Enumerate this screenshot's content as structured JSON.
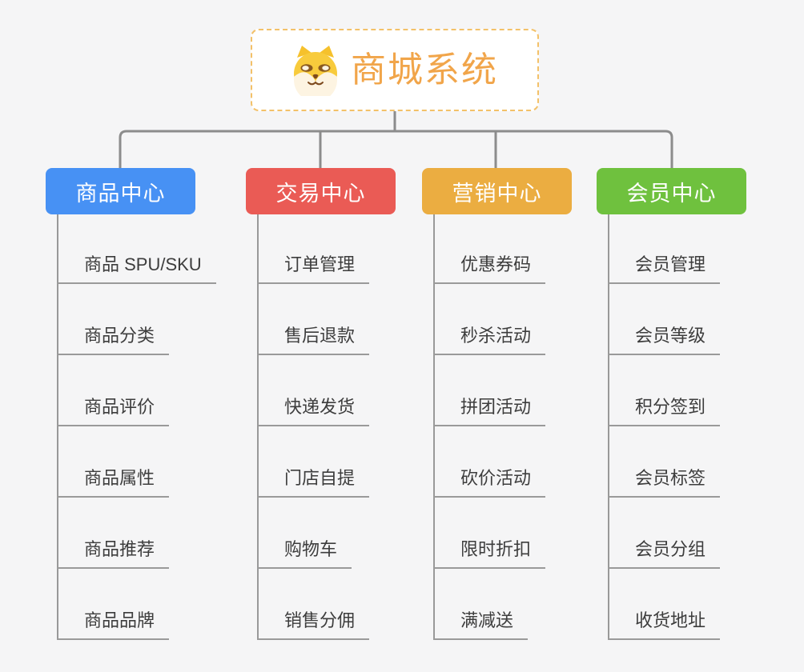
{
  "canvas": {
    "background": "#f5f5f6",
    "connector_color": "#8c8c8c",
    "branch_line_color": "#999999",
    "item_text_color": "#3d3d3d"
  },
  "root": {
    "label": "商城系统",
    "icon": "dog-face-icon",
    "text_color": "#f1a54a",
    "border_color": "#f3c169",
    "background": "#ffffff"
  },
  "branches": [
    {
      "label": "商品中心",
      "color": "#4791f4",
      "items": [
        "商品 SPU/SKU",
        "商品分类",
        "商品评价",
        "商品属性",
        "商品推荐",
        "商品品牌"
      ]
    },
    {
      "label": "交易中心",
      "color": "#ea5b55",
      "items": [
        "订单管理",
        "售后退款",
        "快递发货",
        "门店自提",
        "购物车",
        "销售分佣"
      ]
    },
    {
      "label": "营销中心",
      "color": "#ebad41",
      "items": [
        "优惠券码",
        "秒杀活动",
        "拼团活动",
        "砍价活动",
        "限时折扣",
        "满减送"
      ]
    },
    {
      "label": "会员中心",
      "color": "#6fc13e",
      "items": [
        "会员管理",
        "会员等级",
        "积分签到",
        "会员标签",
        "会员分组",
        "收货地址"
      ]
    }
  ]
}
